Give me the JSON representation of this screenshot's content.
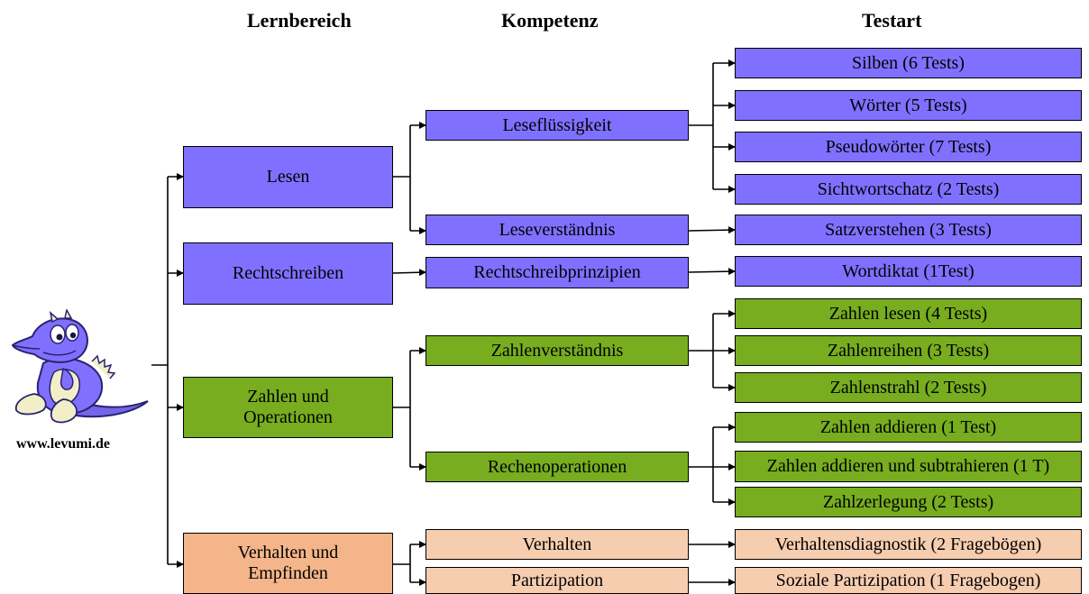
{
  "headers": {
    "lernbereich": "Lernbereich",
    "kompetenz": "Kompetenz",
    "testart": "Testart"
  },
  "website": "www.levumi.de",
  "lernbereiche": [
    {
      "label": "Lesen"
    },
    {
      "label": "Rechtschreiben"
    },
    {
      "label": "Zahlen und Operationen"
    },
    {
      "label": "Verhalten und Empfinden"
    }
  ],
  "kompetenzen": [
    {
      "label": "Leseflüssigkeit"
    },
    {
      "label": "Leseverständnis"
    },
    {
      "label": "Rechtschreibprinzipien"
    },
    {
      "label": "Zahlenverständnis"
    },
    {
      "label": "Rechenoperationen"
    },
    {
      "label": "Verhalten"
    },
    {
      "label": "Partizipation"
    }
  ],
  "testarten": [
    {
      "label": "Silben (6 Tests)"
    },
    {
      "label": "Wörter (5 Tests)"
    },
    {
      "label": "Pseudowörter (7 Tests)"
    },
    {
      "label": "Sichtwortschatz (2 Tests)"
    },
    {
      "label": "Satzverstehen (3 Tests)"
    },
    {
      "label": "Wortdiktat (1Test)"
    },
    {
      "label": "Zahlen lesen (4 Tests)"
    },
    {
      "label": "Zahlenreihen (3 Tests)"
    },
    {
      "label": "Zahlenstrahl (2 Tests)"
    },
    {
      "label": "Zahlen addieren (1 Test)"
    },
    {
      "label": "Zahlen addieren und subtrahieren (1 T)"
    },
    {
      "label": "Zahlzerlegung (2 Tests)"
    },
    {
      "label": "Verhaltensdiagnostik (2 Fragebögen)"
    },
    {
      "label": "Soziale Partizipation (1 Fragebogen)"
    }
  ],
  "colors": {
    "lesen": "#8070ff",
    "mathe": "#77ad1f",
    "verhalten_lernbereich": "#f3b589",
    "verhalten": "#f7cdb0"
  }
}
